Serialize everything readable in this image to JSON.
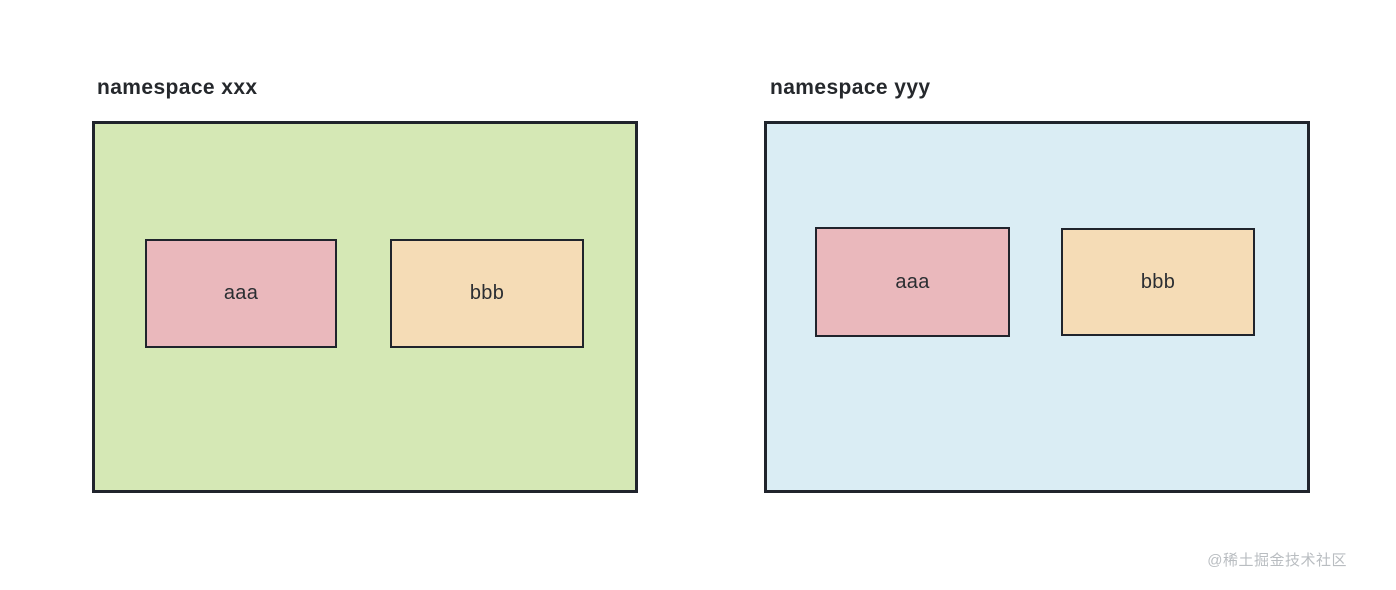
{
  "page": {
    "background": "#ffffff",
    "watermark": "@稀土掘金技术社区"
  },
  "diagram": {
    "border_color": "#20242c",
    "namespaces": [
      {
        "label": "namespace xxx",
        "fill": "#d5e8b5",
        "boxes": [
          {
            "label": "aaa",
            "fill": "#eab8bc"
          },
          {
            "label": "bbb",
            "fill": "#f5dcb6"
          }
        ]
      },
      {
        "label": "namespace yyy",
        "fill": "#daedf4",
        "boxes": [
          {
            "label": "aaa",
            "fill": "#eab8bc"
          },
          {
            "label": "bbb",
            "fill": "#f5dcb6"
          }
        ]
      }
    ]
  }
}
